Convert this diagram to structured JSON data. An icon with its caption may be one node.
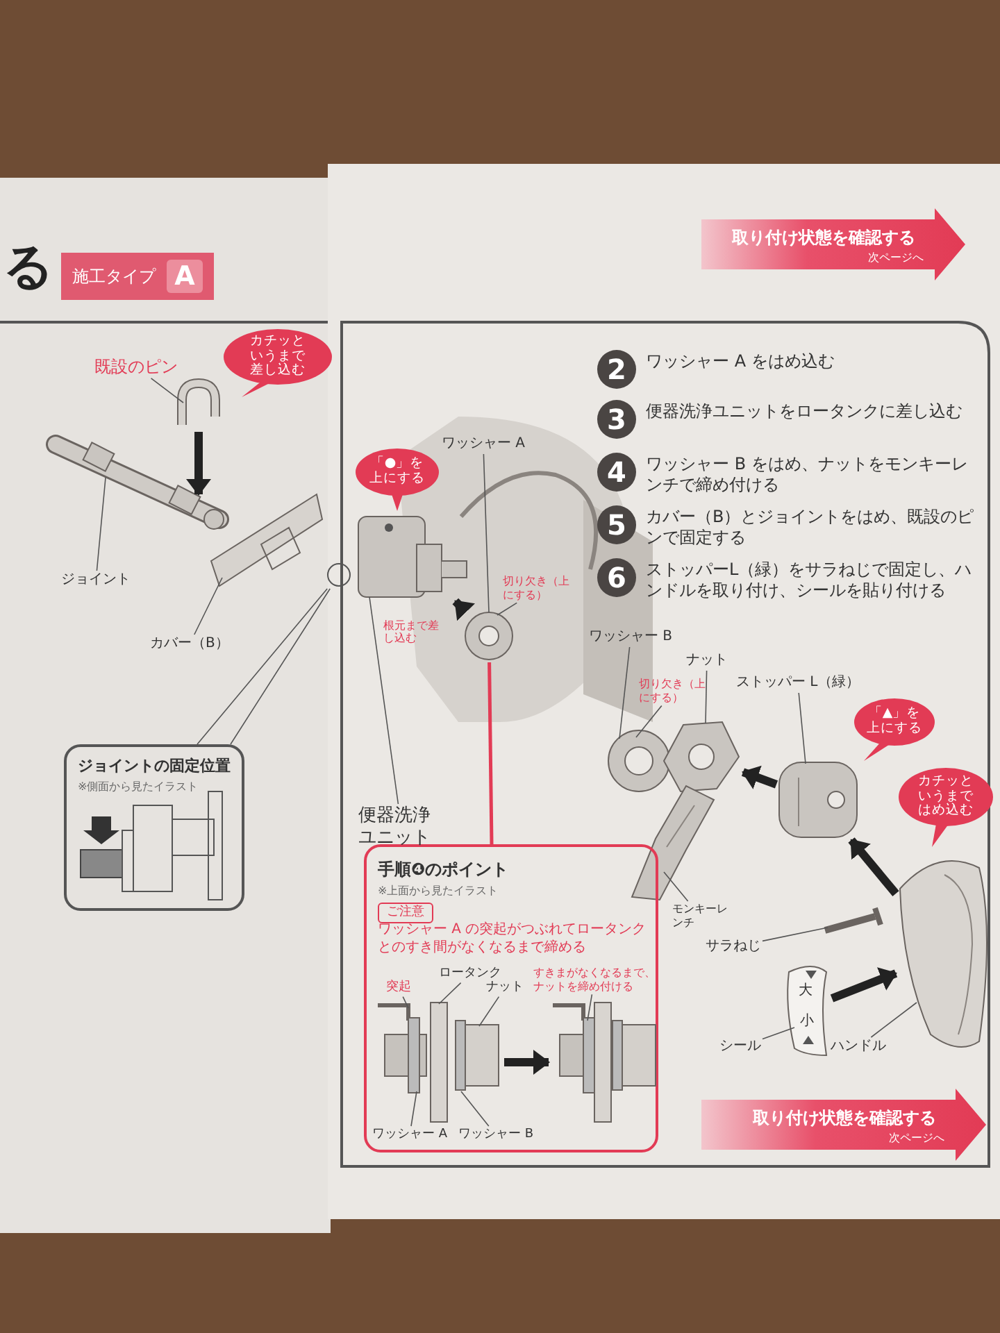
{
  "diagram": {
    "nodes": [
      {
        "text": [
          "施工タイプ",
          "A"
        ]
      },
      {
        "text": [
          "取り付け状態を確認する",
          "次ページへ"
        ]
      },
      {
        "text": [
          "2"
        ],
        "beside": [
          "ワッシャー A をはめ込む"
        ]
      },
      {
        "text": [
          "3"
        ],
        "beside": [
          "便器洗浄ユニットをロータンクに差し込む"
        ]
      },
      {
        "text": [
          "4"
        ],
        "beside": [
          "ワッシャー B をはめ、ナットをモンキーレンチで締め付ける"
        ]
      },
      {
        "text": [
          "5"
        ],
        "beside": [
          "カバー（B）とジョイントをはめ、既設のピンで固定する"
        ]
      },
      {
        "text": [
          "6"
        ],
        "beside": [
          "ストッパーL（緑）をサラねじで固定し、ハンドルを取り付け、シールを貼り付ける"
        ]
      },
      {
        "text": [
          "カチッというまで差し込む"
        ]
      },
      {
        "text": [
          "既設のピン"
        ]
      },
      {
        "text": [
          "ジョイント"
        ]
      },
      {
        "text": [
          "カバー（B）"
        ]
      },
      {
        "text": [
          "「●」を上にする"
        ]
      },
      {
        "text": [
          "ワッシャー A"
        ]
      },
      {
        "text": [
          "便器洗浄ユニット"
        ]
      },
      {
        "text": [
          "切り欠き（上にする）"
        ]
      },
      {
        "text": [
          "ワッシャー B"
        ]
      },
      {
        "text": [
          "切り欠き（上にする）"
        ]
      },
      {
        "text": [
          "ナット"
        ]
      },
      {
        "text": [
          "ストッパー L（緑）"
        ]
      },
      {
        "text": [
          "「▲」を上にする"
        ]
      },
      {
        "text": [
          "カチッというまではめ込む"
        ]
      },
      {
        "text": [
          "モンキーレンチ"
        ]
      },
      {
        "text": [
          "サラねじ"
        ]
      },
      {
        "text": [
          "シール"
        ]
      },
      {
        "text": [
          "ハンドル"
        ]
      },
      {
        "text": [
          "ジョイントの固定位置",
          "※側面から見たイラスト"
        ]
      },
      {
        "text": [
          "手順❹のポイント",
          "※上面から見たイラスト",
          "ワッシャー A の突起がつぶれてロータンクとのすき間がなくなるまで締める"
        ]
      },
      {
        "text": [
          "ご注意"
        ],
        "in": 26
      },
      {
        "text": [
          "突起"
        ],
        "in": 26
      },
      {
        "text": [
          "ロータンク"
        ],
        "in": 26
      },
      {
        "text": [
          "ナット"
        ],
        "in": 26
      },
      {
        "text": [
          "すきまがなくなるまで、ナットを締め付ける"
        ],
        "in": 26
      },
      {
        "text": [
          "ワッシャー A"
        ],
        "in": 26
      },
      {
        "text": [
          "ワッシャー B"
        ],
        "in": 26
      },
      {
        "text": [
          "取り付け状態を確認する",
          "次ページへ"
        ]
      },
      {
        "text": [],
        "shape": "picture"
      },
      {
        "text": [],
        "shape": "picture"
      },
      {
        "text": [],
        "shape": "picture"
      },
      {
        "text": [],
        "shape": "circle"
      },
      {
        "text": [],
        "shape": "picture"
      },
      {
        "text": [],
        "shape": "picture"
      },
      {
        "text": [],
        "shape": "picture"
      },
      {
        "text": [],
        "shape": "picture"
      },
      {
        "text": [],
        "shape": "picture"
      },
      {
        "text": [],
        "shape": "picture"
      },
      {
        "text": [],
        "shape": "picture"
      },
      {
        "text": [],
        "shape": "picture"
      },
      {
        "text": [],
        "shape": "picture"
      },
      {
        "text": [],
        "shape": "picture",
        "in": 26
      },
      {
        "text": [],
        "shape": "picture",
        "in": 26
      }
    ],
    "edges": [
      {
        "from": 8,
        "to": 35,
        "arrow": "none"
      },
      {
        "from": 9,
        "to": 36,
        "arrow": "none"
      },
      {
        "from": 10,
        "to": 37,
        "arrow": "none"
      },
      {
        "from": 12,
        "to": 40,
        "arrow": "none"
      },
      {
        "from": 13,
        "to": 39,
        "arrow": "none"
      },
      {
        "from": 14,
        "to": 40,
        "arrow": "none"
      },
      {
        "from": 15,
        "to": 41,
        "arrow": "none"
      },
      {
        "from": 16,
        "to": 41,
        "arrow": "none"
      },
      {
        "from": 17,
        "to": 42,
        "arrow": "none"
      },
      {
        "from": 18,
        "to": 44,
        "arrow": "none"
      },
      {
        "from": 21,
        "to": 43,
        "arrow": "none"
      },
      {
        "from": 22,
        "to": 45,
        "arrow": "none"
      },
      {
        "from": 23,
        "to": 47,
        "arrow": "none"
      },
      {
        "from": 24,
        "to": 46,
        "arrow": "none"
      },
      {
        "from": 28,
        "to": 48,
        "arrow": "none"
      },
      {
        "from": 29,
        "to": 48,
        "arrow": "none"
      },
      {
        "from": 30,
        "to": 48,
        "arrow": "none"
      },
      {
        "from": 31,
        "to": 49,
        "arrow": "none"
      },
      {
        "from": 32,
        "to": 48,
        "arrow": "none"
      },
      {
        "from": 33,
        "to": 48,
        "arrow": "none"
      },
      {
        "from": 38,
        "to": 25,
        "arrow": "none"
      },
      {
        "from": 38,
        "to": 25,
        "arrow": "none"
      },
      {
        "from": 40,
        "to": 26,
        "arrow": "none",
        "style": "thick",
        "color": "#e23b55"
      },
      {
        "from": 44,
        "to": 42,
        "arrow": "to",
        "style": "thick",
        "color": "#222222"
      },
      {
        "from": 46,
        "to": 44,
        "arrow": "to",
        "style": "thick",
        "color": "#222222"
      },
      {
        "from": 40,
        "to": 39,
        "arrow": "to",
        "style": "thick",
        "color": "#222222"
      },
      {
        "from": 48,
        "to": 49,
        "arrow": "to",
        "style": "thick",
        "color": "#222222"
      },
      {
        "from": 47,
        "to": 46,
        "arrow": "to",
        "style": "thick",
        "color": "#222222"
      },
      {
        "from": 35,
        "to": 36,
        "arrow": "to",
        "style": "thick",
        "color": "#222222"
      }
    ],
    "labels": [
      "る",
      "根元まで差し込む",
      "大",
      "小"
    ]
  }
}
